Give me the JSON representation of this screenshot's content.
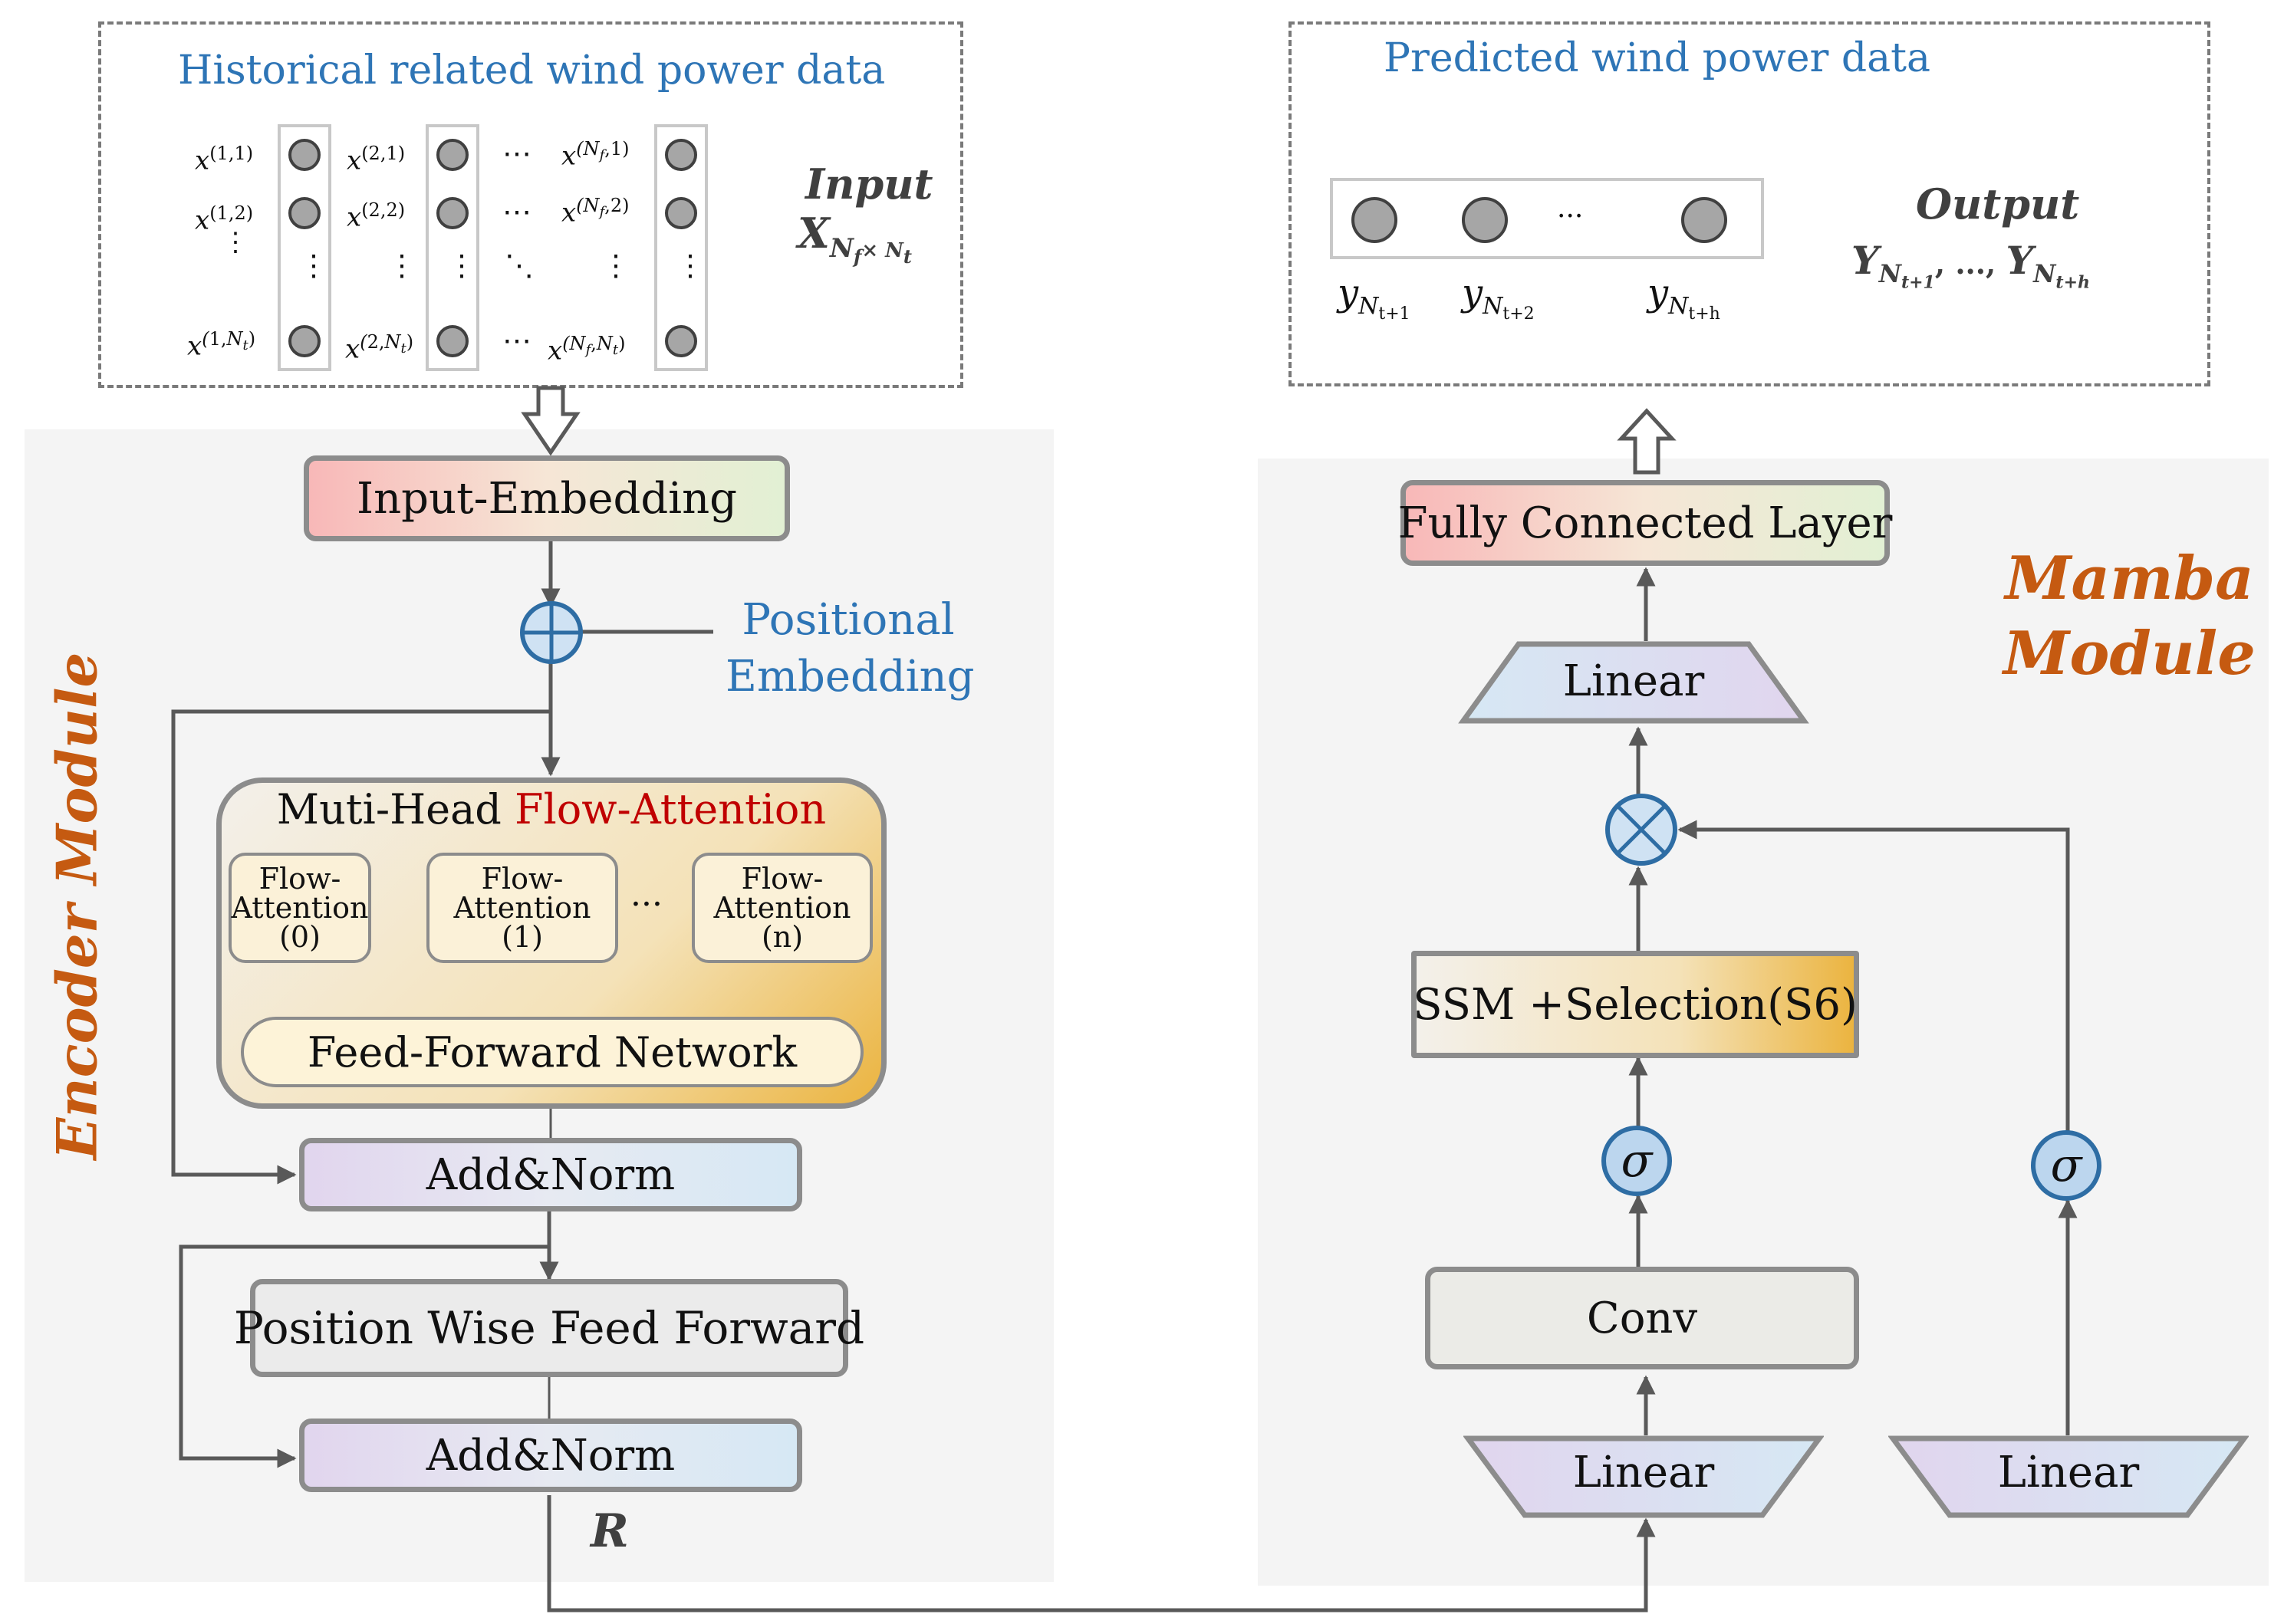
{
  "colors": {
    "accent_blue": "#2e75b6",
    "module_orange": "#c55a11",
    "flow_red": "#c00000",
    "arrow_gray": "#595959",
    "panel_bg": "#f4f4f4"
  },
  "input_section": {
    "title": "Historical related wind power data",
    "label_word": "Input",
    "label_X": "X",
    "label_sub": "N",
    "label_sub2": "f",
    "label_sub3": "× N",
    "label_sub4": "t",
    "row1": [
      "x(1,1)",
      "x(2,1)",
      "x(Nf,1)"
    ],
    "row2": [
      "x(1,2)",
      "x(2,2)",
      "x(Nf,2)"
    ],
    "row3": [
      "x(1,Nt)",
      "x(2,Nt)",
      "x(Nf,Nt)"
    ],
    "ellipsis": "⋯",
    "vdots": "⋮",
    "ddots": "⋱"
  },
  "output_section": {
    "title": "Predicted wind power data",
    "label_word": "Output",
    "label_formula": "Y",
    "outputs": [
      "y",
      "y",
      "y"
    ],
    "output_subs": [
      "N",
      "N",
      "N"
    ],
    "output_subsubs": [
      "t+1",
      "t+2",
      "t+h"
    ],
    "ellipsis": "···",
    "formula_sub1": "N",
    "formula_subsub1": "t+1",
    "formula_mid": ", ..., ",
    "formula_sub2": "N",
    "formula_subsub2": "t+h"
  },
  "encoder": {
    "module_label": "Encoder Module",
    "input_embedding": "Input-Embedding",
    "positional_line1": "Positional",
    "positional_line2": "Embedding",
    "mha_title_prefix": "Muti-Head ",
    "mha_title_highlight": "Flow-Attention",
    "flow_heads": [
      {
        "l1": "Flow-",
        "l2": "Attention",
        "l3": "(0)"
      },
      {
        "l1": "Flow-",
        "l2": "Attention",
        "l3": "(1)"
      },
      {
        "l1": "Flow-",
        "l2": "Attention",
        "l3": "(n)"
      }
    ],
    "heads_ellipsis": "···",
    "ffn": "Feed-Forward Network",
    "add_norm_1": "Add&Norm",
    "pwff": "Position Wise Feed Forward",
    "add_norm_2": "Add&Norm",
    "r_label": "R"
  },
  "mamba": {
    "module_line1": "Mamba",
    "module_line2": "Module",
    "fc_layer": "Fully  Connected Layer",
    "linear_top": "Linear",
    "ssm": "SSM +Selection(S6)",
    "sigma_left": "σ",
    "sigma_right": "σ",
    "conv": "Conv",
    "linear_bottom_left": "Linear",
    "linear_bottom_right": "Linear"
  }
}
